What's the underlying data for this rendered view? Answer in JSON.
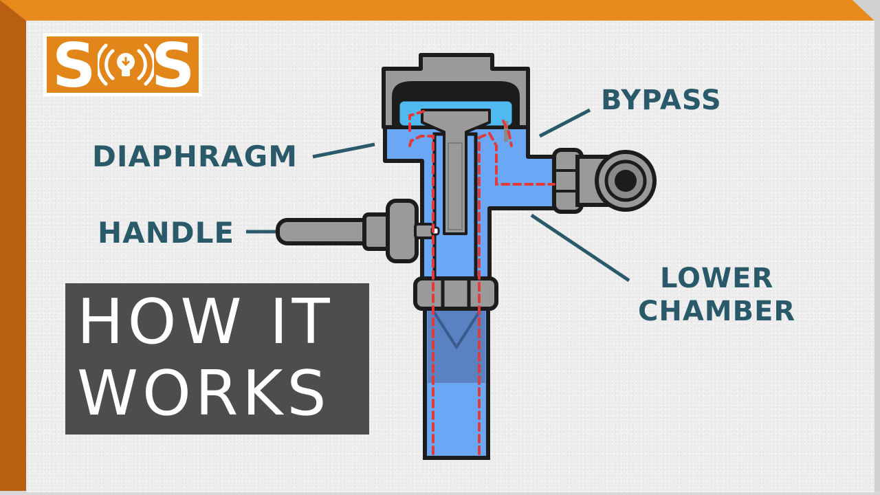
{
  "logo": {
    "left_letter": "S",
    "right_letter": "S"
  },
  "labels": {
    "diaphragm": "DIAPHRAGM",
    "bypass": "BYPASS",
    "handle": "HANDLE",
    "lower_line1": "LOWER",
    "lower_line2": "CHAMBER"
  },
  "banner": {
    "line1": "HOW IT",
    "line2": "WORKS"
  },
  "colors": {
    "orange": "#e2861a",
    "label_teal": "#2a5a6a",
    "water_blue": "#6aa8f5",
    "valve_gray": "#9a9a9a",
    "flow_red": "#e23a3a"
  },
  "icons": {
    "logo_center": "lightbulb-broadcast-icon"
  }
}
